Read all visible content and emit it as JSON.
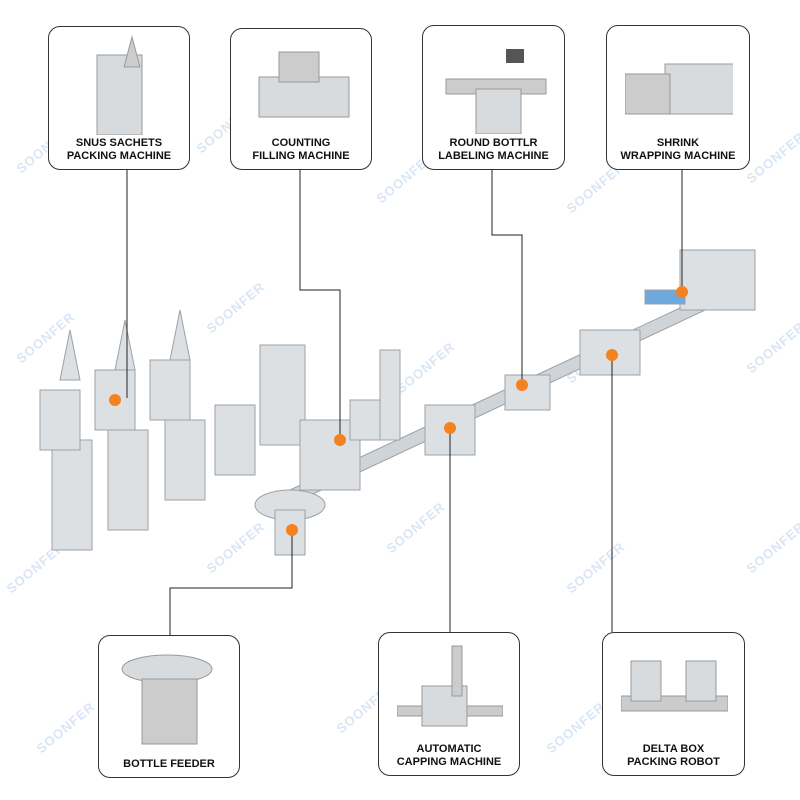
{
  "watermark": "SOONFER",
  "accent_color": "#f58220",
  "machines": [
    {
      "id": "snus",
      "label": "SNUS SACHETS\nPACKING MACHINE"
    },
    {
      "id": "counting",
      "label": "COUNTING\nFILLING MACHINE"
    },
    {
      "id": "labeling",
      "label": "ROUND BOTTLR\nLABELING MACHINE"
    },
    {
      "id": "shrink",
      "label": "SHRINK\nWRAPPING MACHINE"
    },
    {
      "id": "feeder",
      "label": "BOTTLE FEEDER"
    },
    {
      "id": "capping",
      "label": "AUTOMATIC\nCAPPING MACHINE"
    },
    {
      "id": "delta",
      "label": "DELTA BOX\nPACKING ROBOT"
    }
  ]
}
